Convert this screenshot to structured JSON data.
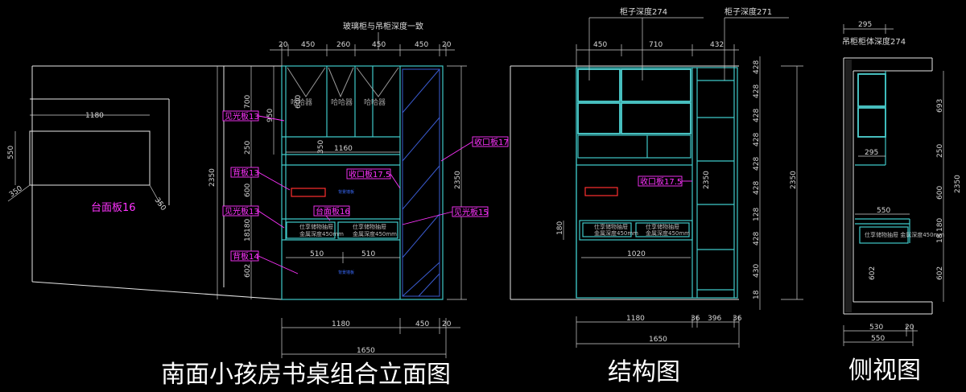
{
  "elevation": {
    "title": "南面小孩房书桌组合立面图",
    "top_note": "玻璃柜与吊柜深度一致",
    "top_dims": [
      "20",
      "450",
      "260",
      "450",
      "450",
      "20"
    ],
    "height_total": "2350",
    "right_height": "2350",
    "left_dims": [
      "700",
      "950",
      "250",
      "600",
      "180",
      "18",
      "602"
    ],
    "inner_dim_600": "600",
    "inner_dim_350": "350",
    "dim_1160": "1160",
    "dims_510": [
      "510",
      "510"
    ],
    "bottom_dims": [
      "1180",
      "450",
      "20"
    ],
    "bottom_total": "1650",
    "glass_labels": [
      "哈哈器",
      "哈哈器",
      "哈哈器"
    ],
    "labels": [
      "见光板13",
      "背板13",
      "见光板13",
      "背板14",
      "收口板17",
      "收口板17.5",
      "台面板16",
      "见光板15"
    ],
    "drawer_texts": [
      "仕享储物抽屉",
      "金属深度450mm",
      "仕享储物抽屉",
      "金属深度450mm"
    ],
    "blue_texts": [
      "背景墙板",
      "背景墙板"
    ],
    "room_table": {
      "dim": "1180",
      "side_dim": "550",
      "diag_left": "350",
      "diag_right": "350",
      "label": "台面板16",
      "height": "2350"
    }
  },
  "structure": {
    "title": "结构图",
    "depth_notes": [
      "柜子深度274",
      "柜子深度271"
    ],
    "top_dims": [
      "450",
      "710",
      "432"
    ],
    "right_dims": [
      "428",
      "428",
      "428",
      "428",
      "428",
      "428",
      "128",
      "428",
      "430",
      "18"
    ],
    "right_total": "2350",
    "inner_right": "2350",
    "label": "收口板17.5",
    "left_dim": "180",
    "dim_1020": "1020",
    "bottom_dims": [
      "1180",
      "36",
      "396",
      "36"
    ],
    "bottom_total": "1650",
    "drawer_texts": [
      "仕享储物抽屉",
      "金属深度450mm",
      "仕享储物抽屉",
      "金属深度450mm"
    ]
  },
  "side": {
    "title": "侧视图",
    "top_dim": "295",
    "top_note": "吊柜柜体深度274",
    "right_dims": [
      "693",
      "250",
      "600",
      "180",
      "18",
      "602"
    ],
    "right_total": "2350",
    "dim_295": "295",
    "dim_550": "550",
    "bottom_dims": [
      "530",
      "20"
    ],
    "bottom_total": "550",
    "drawer_text": "仕享储物抽屉 金属深度450mm"
  }
}
